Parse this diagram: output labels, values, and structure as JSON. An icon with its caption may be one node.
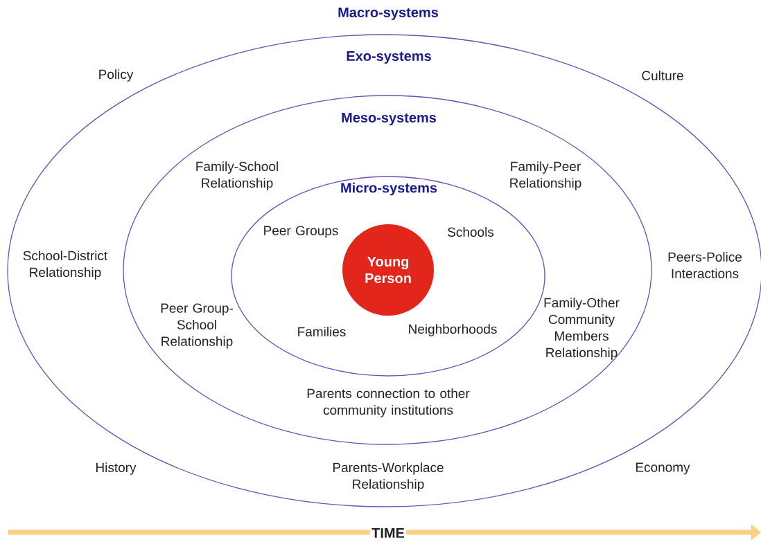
{
  "diagram": {
    "nodes": [
      {
        "text": [
          "Macro-systems",
          "Exo-systems",
          "Policy",
          "Culture",
          "School-District Relationship",
          "Peers-Police Interactions",
          "History",
          "Parents-Workplace Relationship",
          "Economy"
        ]
      },
      {
        "text": [
          "Meso-systems",
          "Family-School Relationship",
          "Family-Peer Relationship",
          "Peer Group-School Relationship",
          "Family-Other Community Members Relationship",
          "Parents connection to other community institutions"
        ],
        "in": 0
      },
      {
        "text": [
          "Micro-systems",
          "Peer Groups",
          "Schools",
          "Families",
          "Neighborhoods"
        ],
        "in": 1
      },
      {
        "text": [
          "Young Person"
        ],
        "in": 2
      }
    ],
    "labels": [
      "TIME"
    ]
  }
}
